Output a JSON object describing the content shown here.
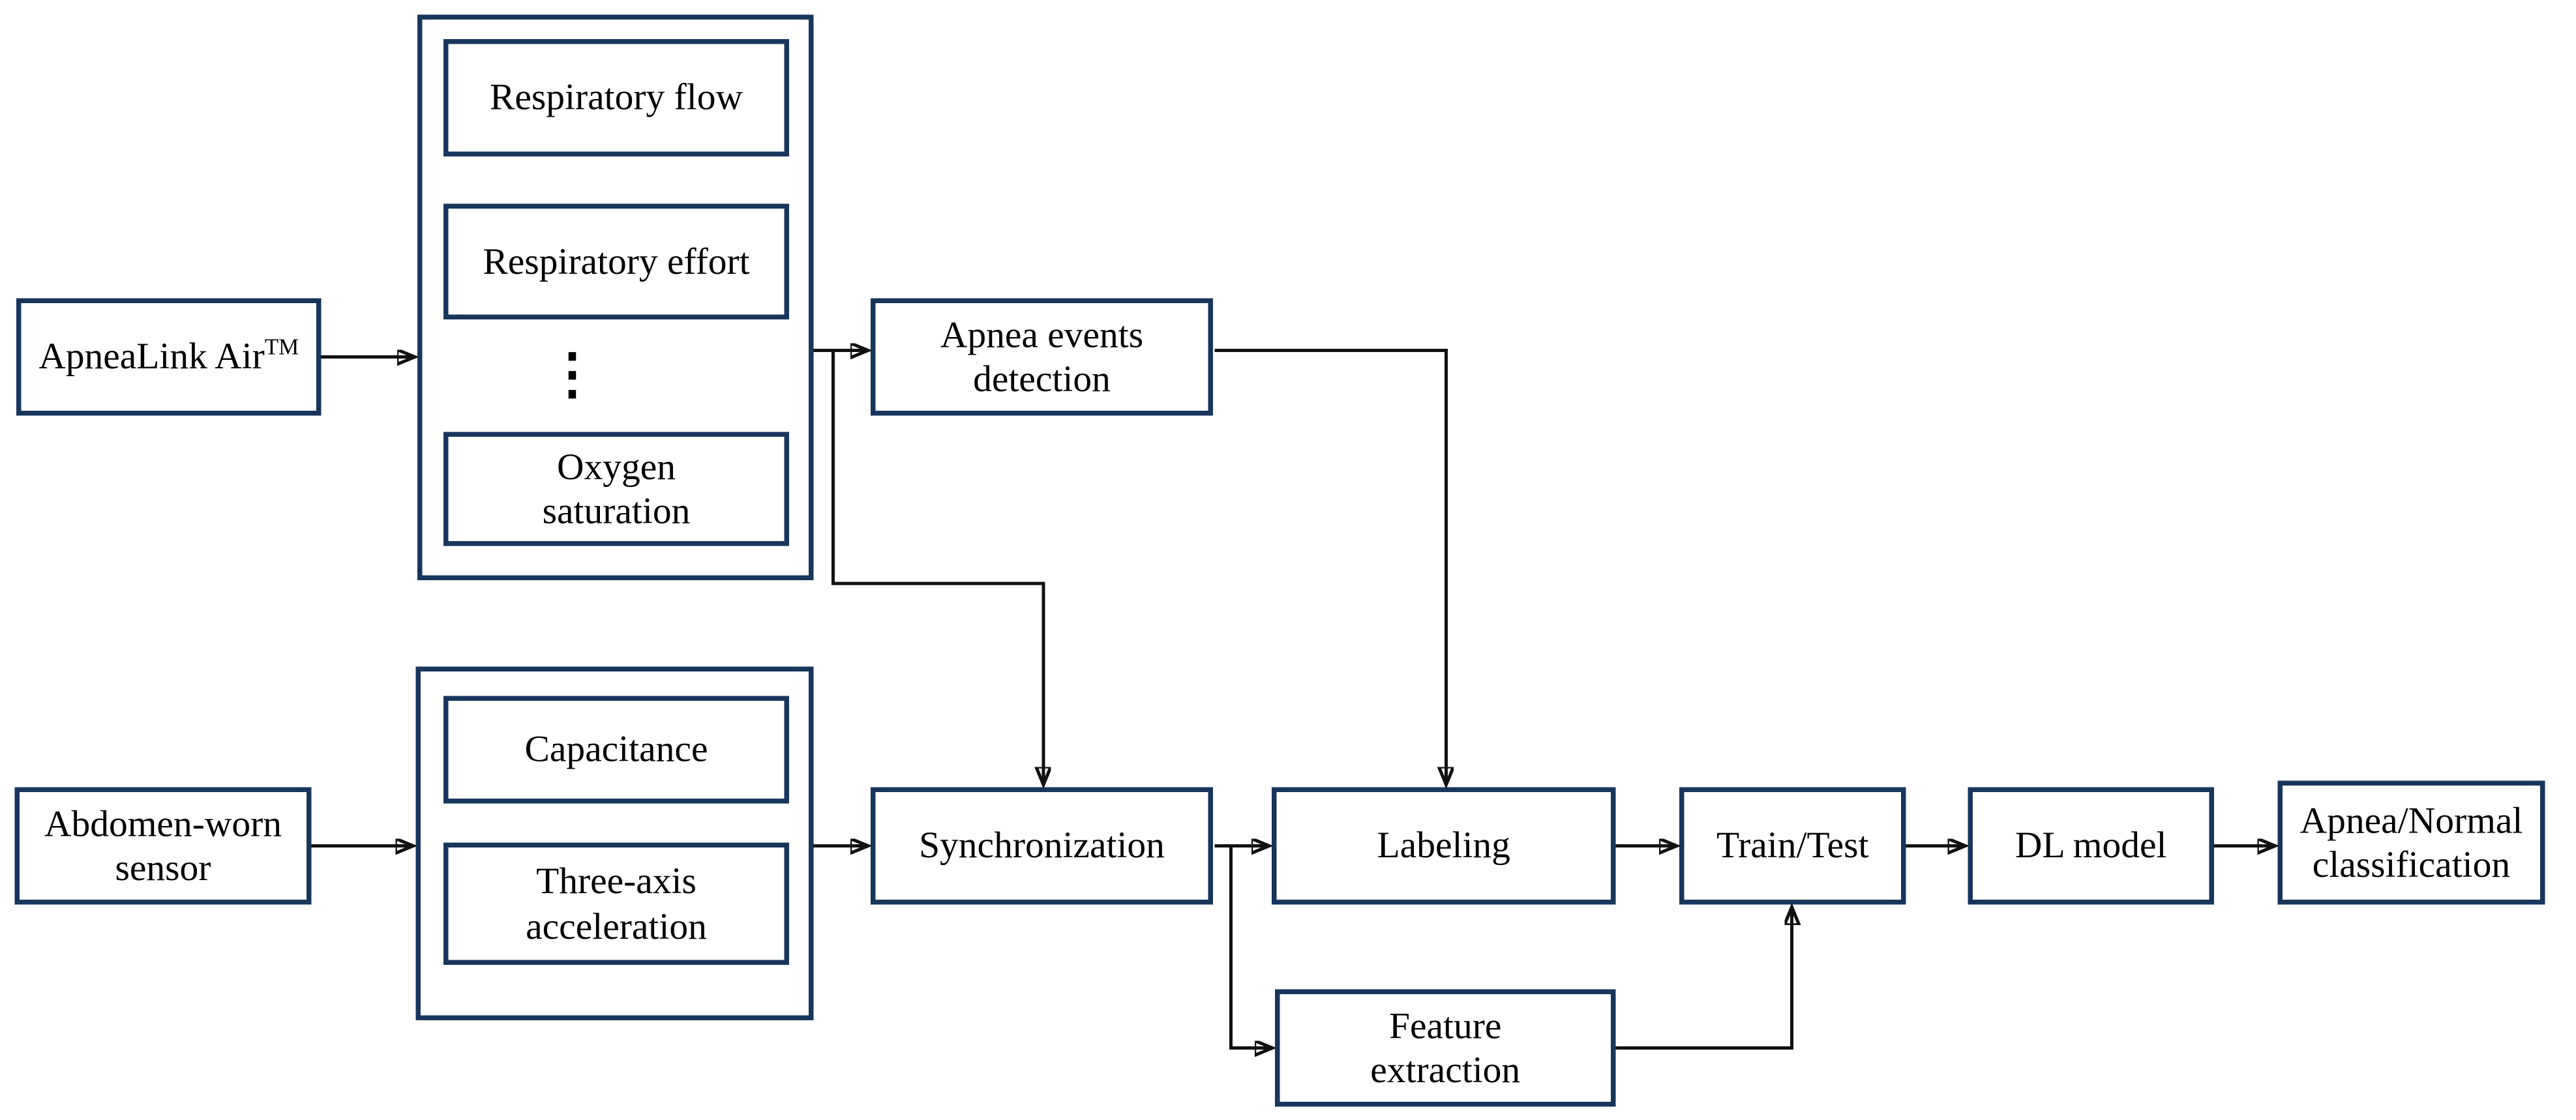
{
  "diagram": {
    "nodes": {
      "apnealink": {
        "label": "ApneaLink Air",
        "superscript": "TM"
      },
      "respiratory_flow": {
        "label": "Respiratory flow"
      },
      "respiratory_effort": {
        "label": "Respiratory effort"
      },
      "more_signals_ellipsis": {
        "glyph": "⋮"
      },
      "oxygen_saturation": {
        "label": "Oxygen\nsaturation"
      },
      "apnea_events_detection": {
        "label": "Apnea events\ndetection"
      },
      "abdomen_worn_sensor": {
        "label": "Abdomen-worn\nsensor"
      },
      "capacitance": {
        "label": "Capacitance"
      },
      "three_axis_acceleration": {
        "label": "Three-axis\nacceleration"
      },
      "synchronization": {
        "label": "Synchronization"
      },
      "labeling": {
        "label": "Labeling"
      },
      "feature_extraction": {
        "label": "Feature\nextraction"
      },
      "train_test": {
        "label": "Train/Test"
      },
      "dl_model": {
        "label": "DL model"
      },
      "classification": {
        "label": "Apnea/Normal\nclassification"
      }
    },
    "colors": {
      "box_border": "#17365d",
      "connector": "#111111",
      "text": "#000000",
      "background": "#ffffff"
    }
  }
}
